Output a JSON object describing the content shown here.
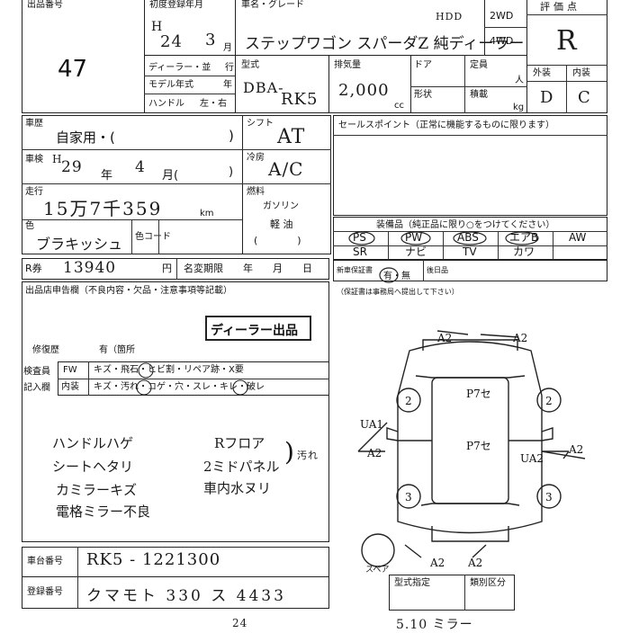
{
  "header": {
    "lot_no_label": "出品番号",
    "lot_no": "47",
    "first_reg_label": "初度登録年月",
    "era": "H",
    "year": "24",
    "month": "3",
    "month_unit": "月",
    "name_grade_label": "車名・グレード",
    "name_grade": "ステップワゴン スパーダZ 純ディーラー",
    "hdd": "HDD",
    "drive_2wd": "2WD",
    "drive_4wd": "4WD",
    "score_label": "評価点",
    "score": "R",
    "ext_label": "外装",
    "int_label": "内装",
    "ext_grade": "D",
    "int_grade": "C"
  },
  "info": {
    "dealer_label": "ディーラー・並",
    "dealer_unit": "行",
    "model_year_label": "モデル年式",
    "model_year_unit": "年",
    "handle_label": "ハンドル",
    "handle_opts": "左・右",
    "model_label": "型式",
    "model_prefix": "DBA-",
    "model_code": "RK5",
    "displacement_label": "排気量",
    "displacement": "2,000",
    "cc": "cc",
    "door_label": "ドア",
    "capacity_label": "定員",
    "capacity_unit": "人",
    "shape_label": "形状",
    "load_label": "積載",
    "load_unit": "kg"
  },
  "history": {
    "label": "車歴",
    "value": "自家用・(",
    "close": ")",
    "inspection_label": "車検",
    "inspection_era": "H",
    "inspection_year": "29",
    "year_unit": "年",
    "inspection_month": "4",
    "month_unit": "月(",
    "inspection_close": ")",
    "mileage_label": "走行",
    "mileage": "15万7千359",
    "km": "km",
    "color_label": "色",
    "color": "ブラキッシュ",
    "color_code_label": "色コード",
    "shift_label": "シフト",
    "shift": "AT",
    "ac_label": "冷房",
    "ac": "A/C",
    "fuel_label": "燃料",
    "fuel_gas": "ガソリン",
    "fuel_diesel": "軽 油",
    "fuel_paren": "(　　　　)"
  },
  "recycle": {
    "label": "R券",
    "value": "13940",
    "yen": "円",
    "name_change_label": "名変期限",
    "name_change_value": "年　　月　　日"
  },
  "sales_point": {
    "label": "セールスポイント（正常に機能するものに限ります）"
  },
  "equipment": {
    "title": "装備品（純正品に限り○をつけてください）",
    "row1": [
      "PS",
      "PW",
      "ABS",
      "エアB",
      "AW"
    ],
    "row2": [
      "SR",
      "ナビ",
      "TV",
      "カワ",
      ""
    ]
  },
  "warranty": {
    "label": "新車保証書",
    "value": "有・無",
    "next_label": "後日品"
  },
  "notes": {
    "left_title": "出品店申告欄（不良内容・欠品・注意事項等記載）",
    "right_title": "（保証書は事務局へ提出して下さい）",
    "dealer_stamp": "ディーラー出品",
    "repair_label": "修復歴",
    "repair_value": "有（箇所"
  },
  "inspector": {
    "label1": "検査員",
    "label2": "記入欄",
    "fw_label": "FW",
    "fw_items": "キズ・飛石・ヒビ割・リペア跡・X要",
    "int_label": "内装",
    "int_items": "キズ・汚れ・コゲ・穴・スレ・キレ・破レ"
  },
  "handwritten_notes": {
    "left": [
      "ハンドルハゲ",
      "シートヘタリ",
      "カミラーキズ",
      "電格ミラー不良"
    ],
    "right": [
      "Rフロア",
      "2ミドパネル",
      "車内水ヌリ"
    ],
    "bracket": "汚れ"
  },
  "diagram": {
    "marks": [
      "A2",
      "A2",
      "A2",
      "A2",
      "A2",
      "A2",
      "UA1",
      "UA2",
      "2",
      "2",
      "3",
      "3",
      "P7セ",
      "P7セ"
    ],
    "spare_label": "スペア"
  },
  "footer": {
    "chassis_label": "車台番号",
    "chassis": "RK5 - 1221300",
    "plate_label": "登録番号",
    "plate": "クマモト 330 ス 4433",
    "type_label": "型式指定",
    "class_label": "類別区分",
    "bottom_left": "24",
    "bottom_right": "5.10 ミラー"
  },
  "colors": {
    "ink": "#111111",
    "line": "#222222"
  }
}
